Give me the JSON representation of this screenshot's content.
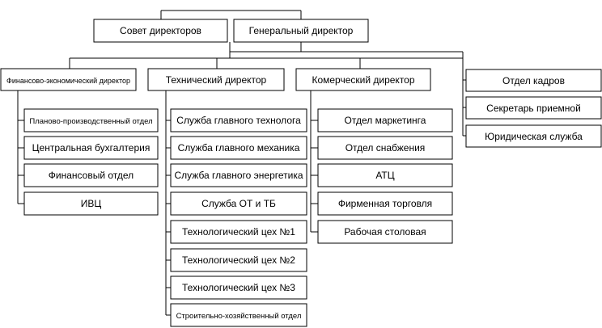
{
  "chart": {
    "top": {
      "board": "Совет директоров",
      "ceo": "Генеральный директор"
    },
    "directors": {
      "finance": "Финансово-экономический директор",
      "technical": "Технический директор",
      "commercial": "Комерческий директор"
    },
    "finance_units": [
      "Планово-производственный отдел",
      "Центральная бухгалтерия",
      "Финансовый отдел",
      "ИВЦ"
    ],
    "technical_units": [
      "Служба главного технолога",
      "Служба главного механика",
      "Служба главного энергетика",
      "Служба ОТ и ТБ",
      "Технологический цех №1",
      "Технологический цех №2",
      "Технологический цех №3",
      "Строительно-хозяйственный отдел"
    ],
    "commercial_units": [
      "Отдел маркетинга",
      "Отдел снабжения",
      "АТЦ",
      "Фирменная торговля",
      "Рабочая столовая"
    ],
    "staff_units": [
      "Отдел кадров",
      "Секретарь приемной",
      "Юридическая служба"
    ]
  }
}
